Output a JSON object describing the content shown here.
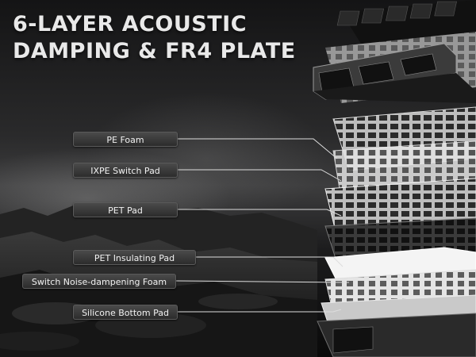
{
  "headline": {
    "line1": "6-LAYER ACOUSTIC",
    "line2": "DAMPING & FR4 PLATE"
  },
  "layers": [
    {
      "id": "pe-foam",
      "label": "PE Foam"
    },
    {
      "id": "ixpe-switch-pad",
      "label": "IXPE Switch Pad"
    },
    {
      "id": "pet-pad",
      "label": "PET Pad"
    },
    {
      "id": "pet-insulating-pad",
      "label": "PET Insulating Pad"
    },
    {
      "id": "switch-noise-dampening-foam",
      "label": "Switch Noise-dampening Foam"
    },
    {
      "id": "silicone-bottom-pad",
      "label": "Silicone Bottom Pad"
    }
  ],
  "colors": {
    "headline": "#e9e9e9",
    "label_bg": "#3a3a3a",
    "leader_line": "#dddddd"
  }
}
